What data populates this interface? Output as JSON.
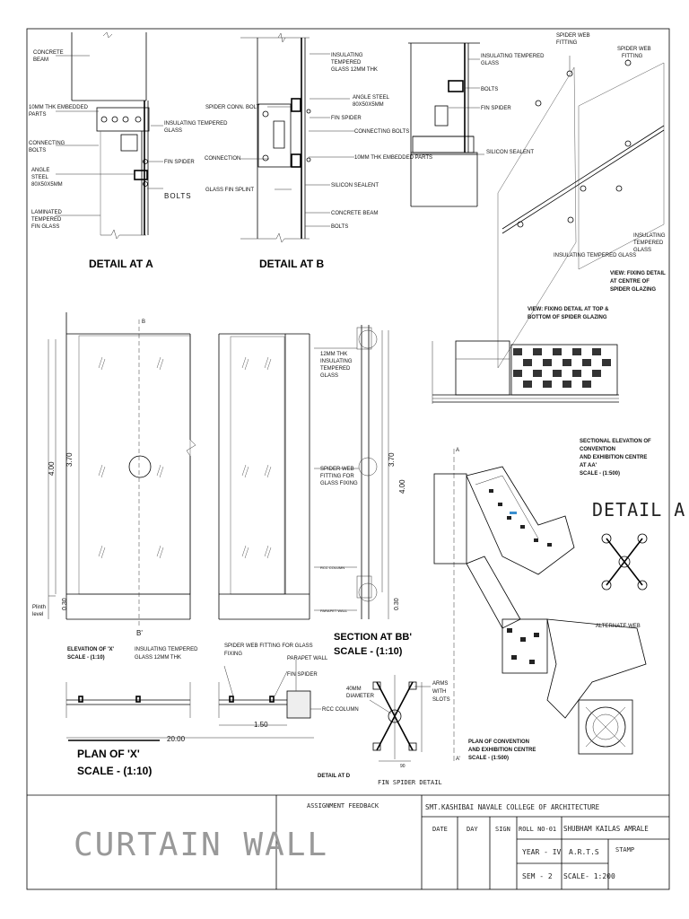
{
  "detail_a": {
    "title": "DETAIL AT A",
    "labels": {
      "concrete_beam": [
        "CONCRETE",
        "BEAM"
      ],
      "embedded_parts": [
        "10MM THK EMBEDDED",
        "PARTS"
      ],
      "connecting_bolts": [
        "CONNECTING",
        "BOLTS"
      ],
      "angle_steel": [
        "ANGLE",
        "STEEL",
        "80X50X5MM"
      ],
      "laminated": [
        "LAMINATED",
        "TEMPERED",
        "FIN GLASS"
      ],
      "insulating": [
        "INSULATING TEMPERED",
        "GLASS"
      ],
      "fin_spider": "FIN SPIDER",
      "bolts": "BOLTS"
    }
  },
  "detail_b": {
    "title": "DETAIL AT B",
    "labels": {
      "insulating": [
        "INSULATING",
        "TEMPERED",
        "GLASS 12MM THK"
      ],
      "spider_conn_bolt": "SPIDER CONN. BOLT",
      "angle_steel": [
        "ANGLE STEEL",
        "80X50X5MM"
      ],
      "fin_spider": "FIN SPIDER",
      "connecting_bolts": "CONNECTING BOLTS",
      "connection": "CONNECTION",
      "embedded_parts": "10MM THK EMBEDDED PARTS",
      "glass_fin_splint": "GLASS FIN SPLINT",
      "silicon_sealent": "SILICON SEALENT",
      "concrete_beam": "CONCRETE BEAM",
      "bolts": "BOLTS"
    }
  },
  "detail_c": {
    "labels": {
      "insulating": [
        "INSULATING TEMPERED",
        "GLASS"
      ],
      "bolts": "BOLTS",
      "fin_spider": "FIN SPIDER",
      "spider_web_fitting_1": [
        "SPIDER WEB",
        "FITTING"
      ],
      "spider_web_fitting_2": [
        "SPIDER WEB",
        "FITTING"
      ],
      "silicon_sealent": "SILICON SEALENT",
      "insulating_glass": "INSULATING TEMPERED GLASS",
      "insulating_right": [
        "INSULATING",
        "TEMPERED",
        "GLASS"
      ],
      "view_top": [
        "VIEW: FIXING DETAIL AT TOP &",
        "BOTTOM OF SPIDER GLAZING"
      ],
      "view_centre": [
        "VIEW: FIXING DETAIL",
        "AT CENTRE OF",
        "SPIDER GLAZING"
      ]
    }
  },
  "elevation": {
    "dims": {
      "h1": "4.00",
      "h2": "3.70",
      "h3": "0.30",
      "h4": "4.00",
      "h5": "3.70",
      "h6": "0.30",
      "plan_w": "20.00",
      "plan_seg": "1.50"
    },
    "plinth": [
      "Plinth",
      "level"
    ],
    "marks": {
      "b_top": "B",
      "b_bot": "B'"
    },
    "labels": {
      "insulating": [
        "12MM THK",
        "INSULATING",
        "TEMPERED",
        "GLASS"
      ],
      "spider_web": [
        "SPIDER WEB",
        "FITTING FOR",
        "GLASS FIXING"
      ],
      "rcc": "RCC COLUMN",
      "parapet": "PARAPET WALL",
      "elev_x": [
        "ELEVATION OF 'X'",
        "SCALE - (1:10)"
      ],
      "insul_glass": [
        "INSULATING TEMPERED",
        "GLASS 12MM THK"
      ],
      "section_title": [
        "SECTION AT BB'",
        "SCALE - (1:10)"
      ],
      "plan_title": [
        "PLAN OF 'X'",
        "SCALE - (1:10)"
      ],
      "plan_spider": [
        "SPIDER WEB FITTING FOR GLASS",
        "FIXING"
      ],
      "plan_parapet": "PARAPET WALL",
      "plan_fin": "FIN SPIDER",
      "plan_rcc": "RCC COLUMN"
    }
  },
  "fin_spider_detail": {
    "title": "FIN SPIDER DETAIL",
    "dia": [
      "40MM",
      "DIAMETER"
    ],
    "arms": [
      "ARMS",
      "WITH",
      "SLOTS"
    ],
    "dim": "90",
    "detail_d": "DETAIL AT D"
  },
  "section_elev": {
    "label": [
      "SECTIONAL ELEVATION OF",
      "CONVENTION",
      "AND EXHIBITION CENTRE",
      "AT AA'",
      "SCALE - (1:500)"
    ]
  },
  "plan": {
    "label": [
      "PLAN OF CONVENTION",
      "AND EXHIBITION CENTRE",
      "SCALE - (1:500)"
    ],
    "a_top": "A",
    "a_bot": "A'"
  },
  "alt_detail": {
    "title": "DETAIL A",
    "caption": "ALTERNATE WEB"
  },
  "title_block": {
    "drawing_title": "CURTAIN WALL",
    "feedback": "ASSIGNMENT FEEDBACK",
    "college": "SMT.KASHIBAI NAVALE COLLEGE OF ARCHITECTURE",
    "date": "DATE",
    "day": "DAY",
    "sign": "SIGN",
    "roll": "ROLL NO-01",
    "name": "SHUBHAM KAILAS AMRALE",
    "year": "YEAR - IV",
    "subject": "A.R.T.S",
    "stamp": "STAMP",
    "sem": "SEM - 2",
    "scale": "SCALE- 1:200"
  }
}
